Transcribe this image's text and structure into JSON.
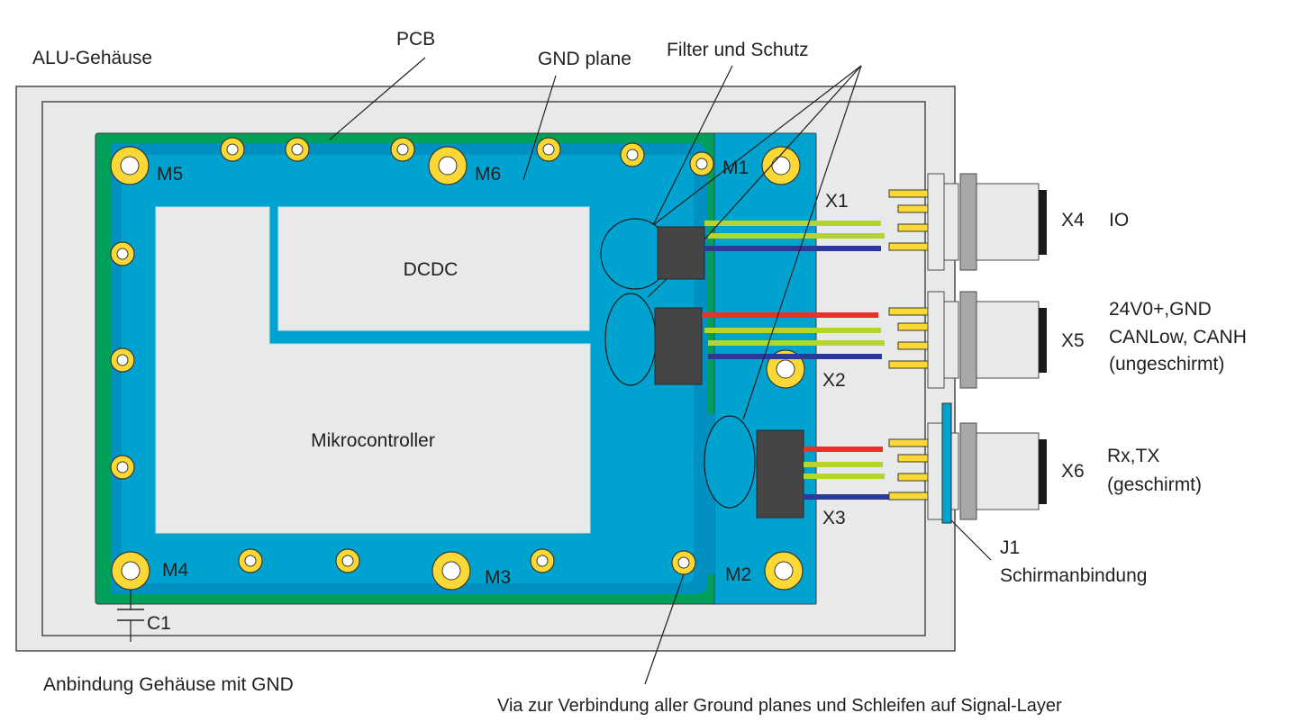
{
  "diagram": {
    "title_labels": {
      "housing": "ALU-Gehäuse",
      "pcb": "PCB",
      "gnd_plane": "GND plane",
      "filter": "Filter und Schutz",
      "ground_connection": "Anbindung Gehäuse mit GND",
      "via_note": "Via zur Verbindung aller Ground planes und Schleifen auf Signal-Layer"
    },
    "blocks": {
      "dcdc": "DCDC",
      "mcu": "Mikrocontroller"
    },
    "mounting_holes": [
      "M1",
      "M2",
      "M3",
      "M4",
      "M5",
      "M6"
    ],
    "capacitor": "C1",
    "internal_connectors": [
      "X1",
      "X2",
      "X3"
    ],
    "external_connectors": [
      {
        "id": "X4",
        "desc": [
          "IO"
        ]
      },
      {
        "id": "X5",
        "desc": [
          "24V0+,GND",
          "CANLow, CANH",
          "(ungeschirmt)"
        ]
      },
      {
        "id": "X6",
        "desc": [
          "Rx,TX",
          "(geschirmt)"
        ]
      }
    ],
    "shield": {
      "id": "J1",
      "desc": "Schirmanbindung"
    },
    "colors": {
      "housing": "#e8eae9",
      "pcb": "#009f5a",
      "gnd_plane": "#00a3d0",
      "gnd_plane_edge": "#0090c2",
      "pad": "#fcd837",
      "chip": "#454545",
      "wire_red": "#e8312a",
      "wire_green": "#b5d52c",
      "wire_blue": "#2b3a96"
    }
  }
}
